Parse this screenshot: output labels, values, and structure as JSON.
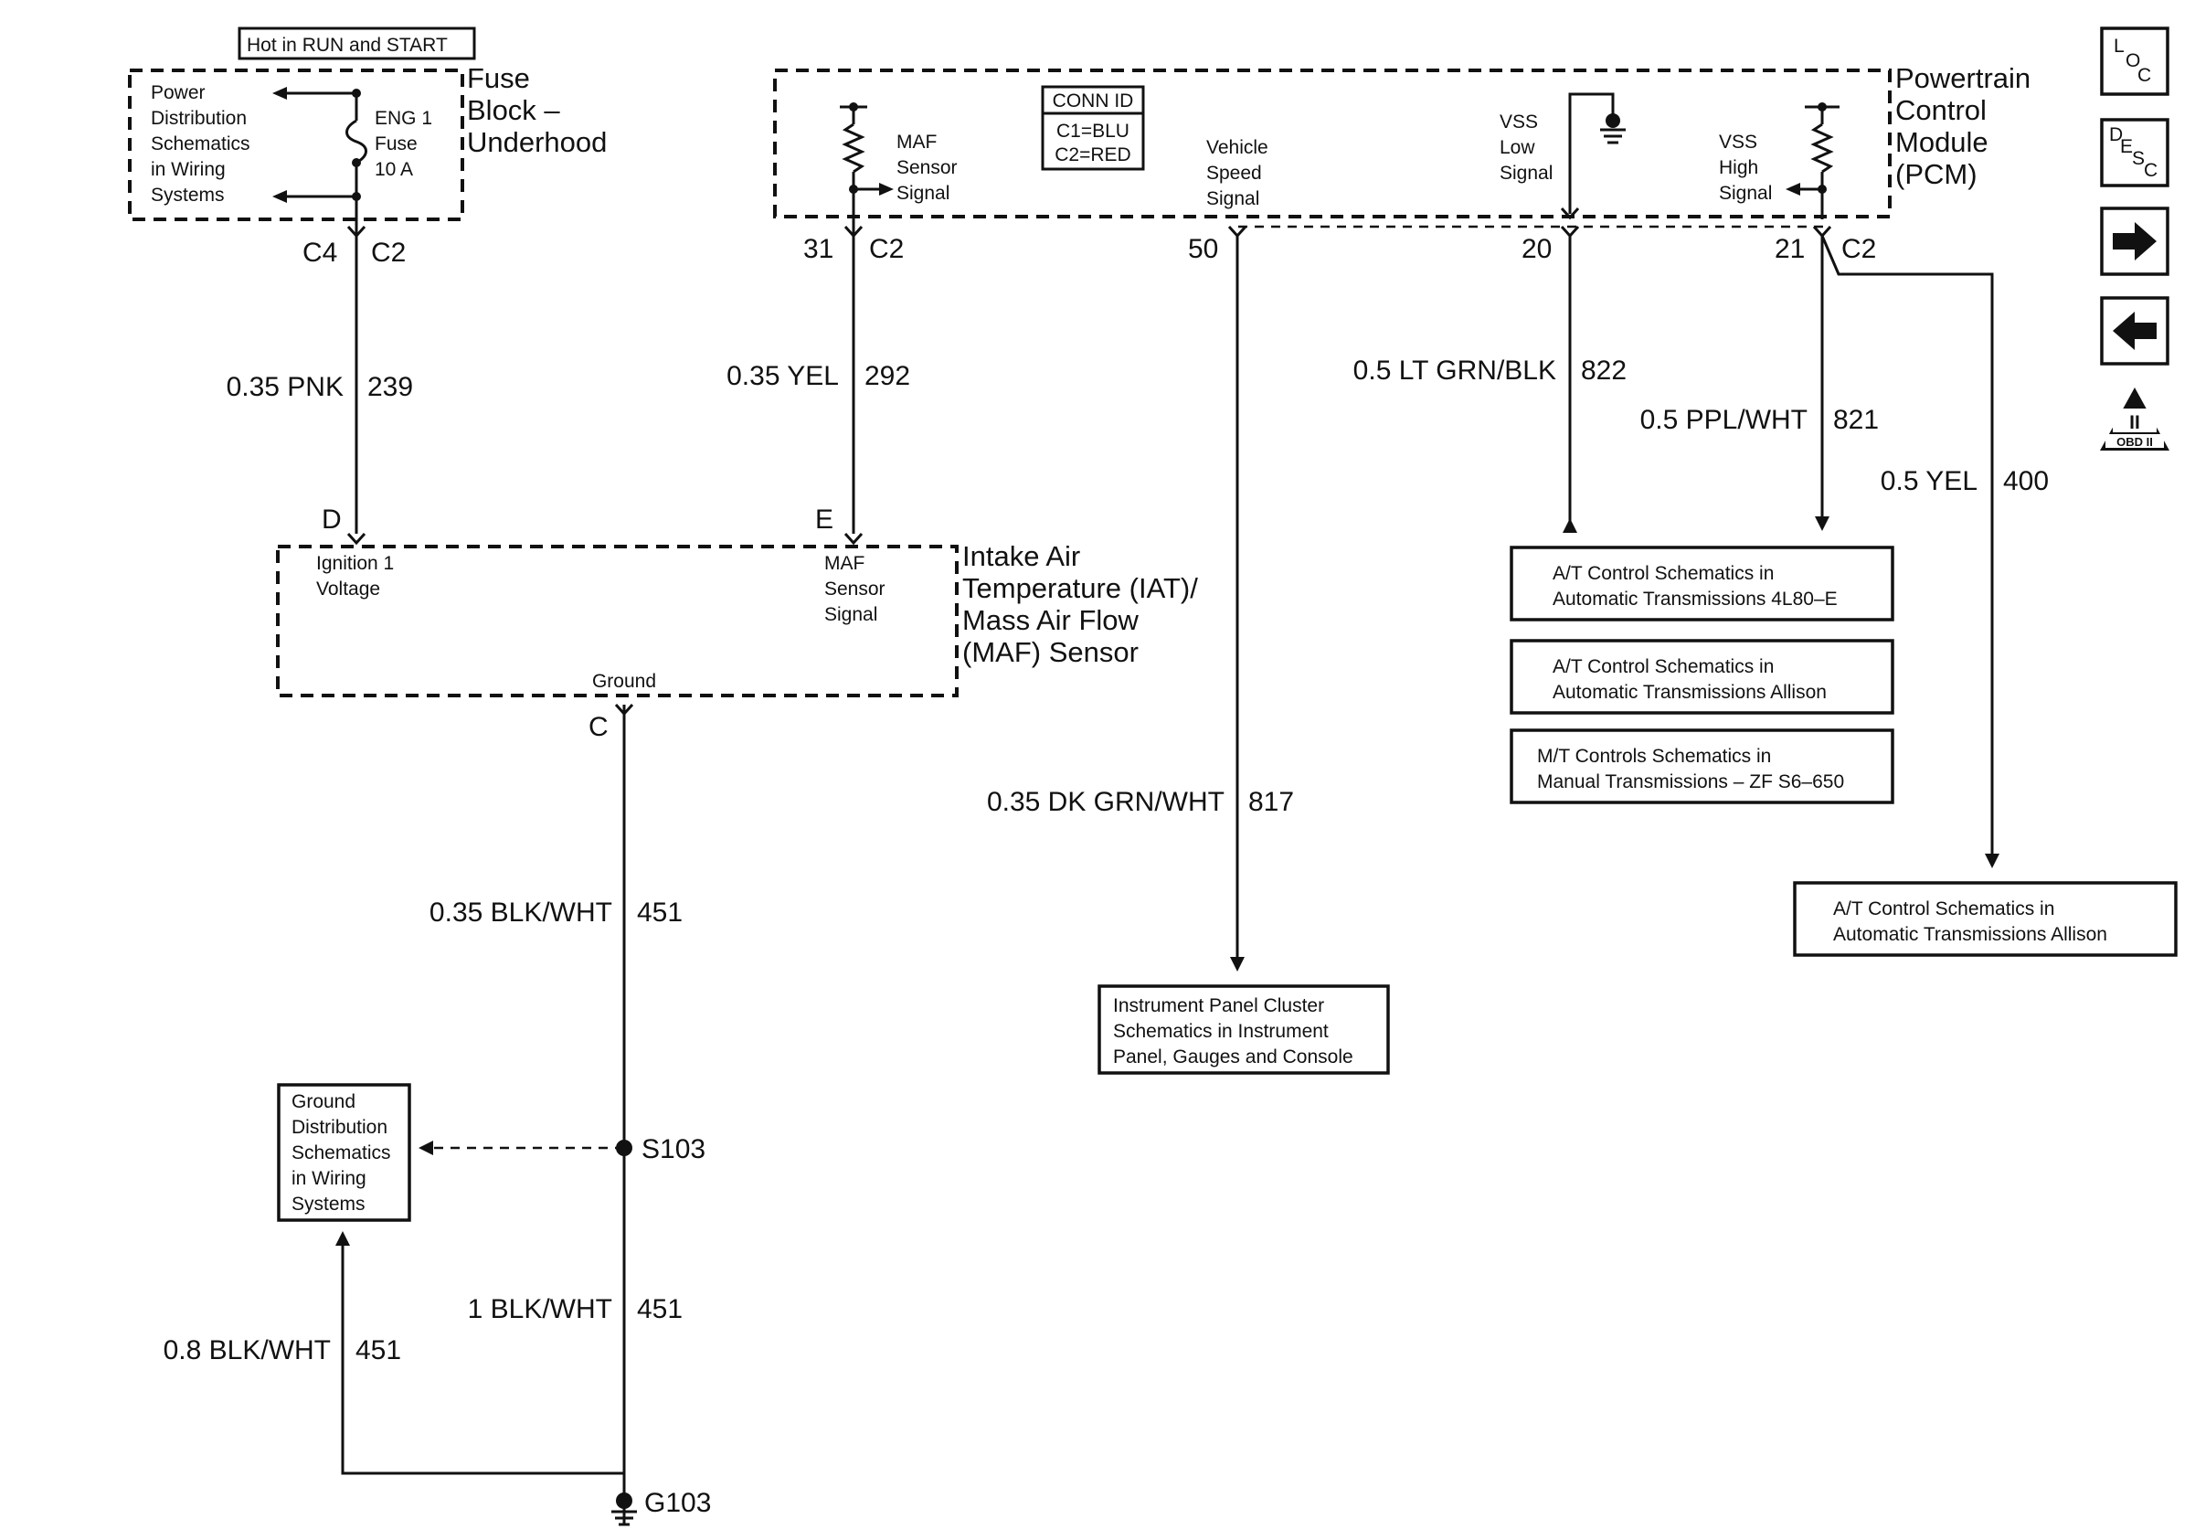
{
  "header": {
    "hot_label": "Hot in RUN and START"
  },
  "fuse_block": {
    "title_lines": [
      "Fuse",
      "Block –",
      "Underhood"
    ],
    "power_ref_lines": [
      "Power",
      "Distribution",
      "Schematics",
      "in Wiring",
      "Systems"
    ],
    "fuse_lines": [
      "ENG 1",
      "Fuse",
      "10 A"
    ],
    "conn_left": "C4",
    "conn_right": "C2"
  },
  "pcm": {
    "title_lines": [
      "Powertrain",
      "Control",
      "Module",
      "(PCM)"
    ],
    "conn_id": {
      "title": "CONN ID",
      "c1": "C1=BLU",
      "c2": "C2=RED"
    },
    "maf_signal_lines": [
      "MAF",
      "Sensor",
      "Signal"
    ],
    "vss_out_lines": [
      "Vehicle",
      "Speed",
      "Signal"
    ],
    "vss_low_lines": [
      "VSS",
      "Low",
      "Signal"
    ],
    "vss_high_lines": [
      "VSS",
      "High",
      "Signal"
    ],
    "pins": {
      "maf": "31",
      "maf_conn": "C2",
      "vss_out": "50",
      "vss_low": "20",
      "vss_high": "21",
      "vss_high_conn": "C2"
    }
  },
  "wires": {
    "w239": {
      "size_color": "0.35 PNK",
      "circuit": "239"
    },
    "w292": {
      "size_color": "0.35 YEL",
      "circuit": "292"
    },
    "w817": {
      "size_color": "0.35 DK GRN/WHT",
      "circuit": "817"
    },
    "w822": {
      "size_color": "0.5 LT GRN/BLK",
      "circuit": "822"
    },
    "w821": {
      "size_color": "0.5 PPL/WHT",
      "circuit": "821"
    },
    "w400": {
      "size_color": "0.5 YEL",
      "circuit": "400"
    },
    "w451a": {
      "size_color": "0.35 BLK/WHT",
      "circuit": "451"
    },
    "w451b": {
      "size_color": "1 BLK/WHT",
      "circuit": "451"
    },
    "w451c": {
      "size_color": "0.8 BLK/WHT",
      "circuit": "451"
    }
  },
  "maf_sensor": {
    "title_lines": [
      "Intake Air",
      "Temperature (IAT)/",
      "Mass Air Flow",
      "(MAF) Sensor"
    ],
    "ign_lines": [
      "Ignition 1",
      "Voltage"
    ],
    "signal_lines": [
      "MAF",
      "Sensor",
      "Signal"
    ],
    "ground_label": "Ground",
    "pin_d": "D",
    "pin_e": "E",
    "pin_c": "C"
  },
  "splice": {
    "label": "S103"
  },
  "ground": {
    "label": "G103"
  },
  "refs": {
    "ground_dist": [
      "Ground",
      "Distribution",
      "Schematics",
      "in Wiring",
      "Systems"
    ],
    "ipc": [
      "Instrument Panel Cluster",
      "Schematics in Instrument",
      "Panel, Gauges and Console"
    ],
    "at_4l80": [
      "A/T Control Schematics in",
      "Automatic Transmissions 4L80–E"
    ],
    "at_allison_1": [
      "A/T Control Schematics in",
      "Automatic Transmissions Allison"
    ],
    "mt_zf": [
      "M/T Controls Schematics in",
      "Manual Transmissions – ZF S6–650"
    ],
    "at_allison_2": [
      "A/T Control Schematics in",
      "Automatic Transmissions Allison"
    ]
  },
  "nav": {
    "loc": [
      "L",
      "O",
      "C"
    ],
    "desc": [
      "D",
      "E",
      "S",
      "C"
    ],
    "obd_roman": "II",
    "obd_label": "OBD II"
  },
  "icons": [
    "resistor-icon",
    "fuse-icon",
    "ground-icon",
    "arrow-right-icon",
    "arrow-left-icon",
    "obd-ii-icon"
  ]
}
